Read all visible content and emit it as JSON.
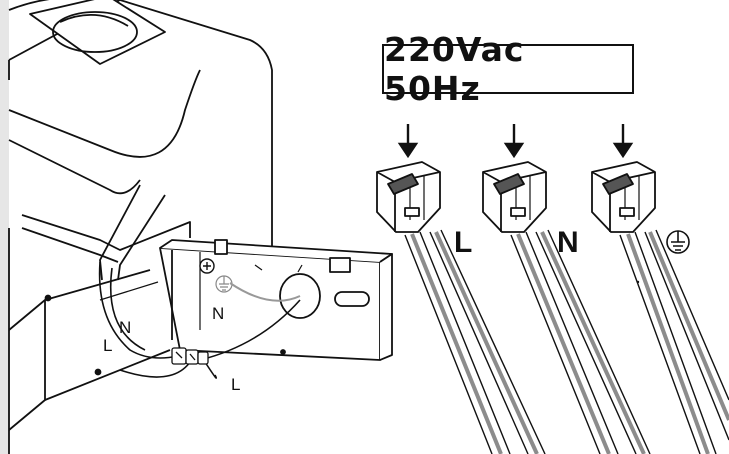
{
  "voltage_label": "220Vac 50Hz",
  "terminals": {
    "live_label": "L",
    "neutral_label": "N"
  },
  "device_labels": {
    "live_a": "L",
    "neutral_a": "N",
    "neutral_b": "N",
    "live_b": "L"
  },
  "icons": [
    "earth-ground-icon",
    "down-arrow-icon",
    "wago-connector"
  ],
  "colors": {
    "line": "#111111",
    "background": "#ffffff",
    "wire_gray": "#8c8c8c"
  }
}
